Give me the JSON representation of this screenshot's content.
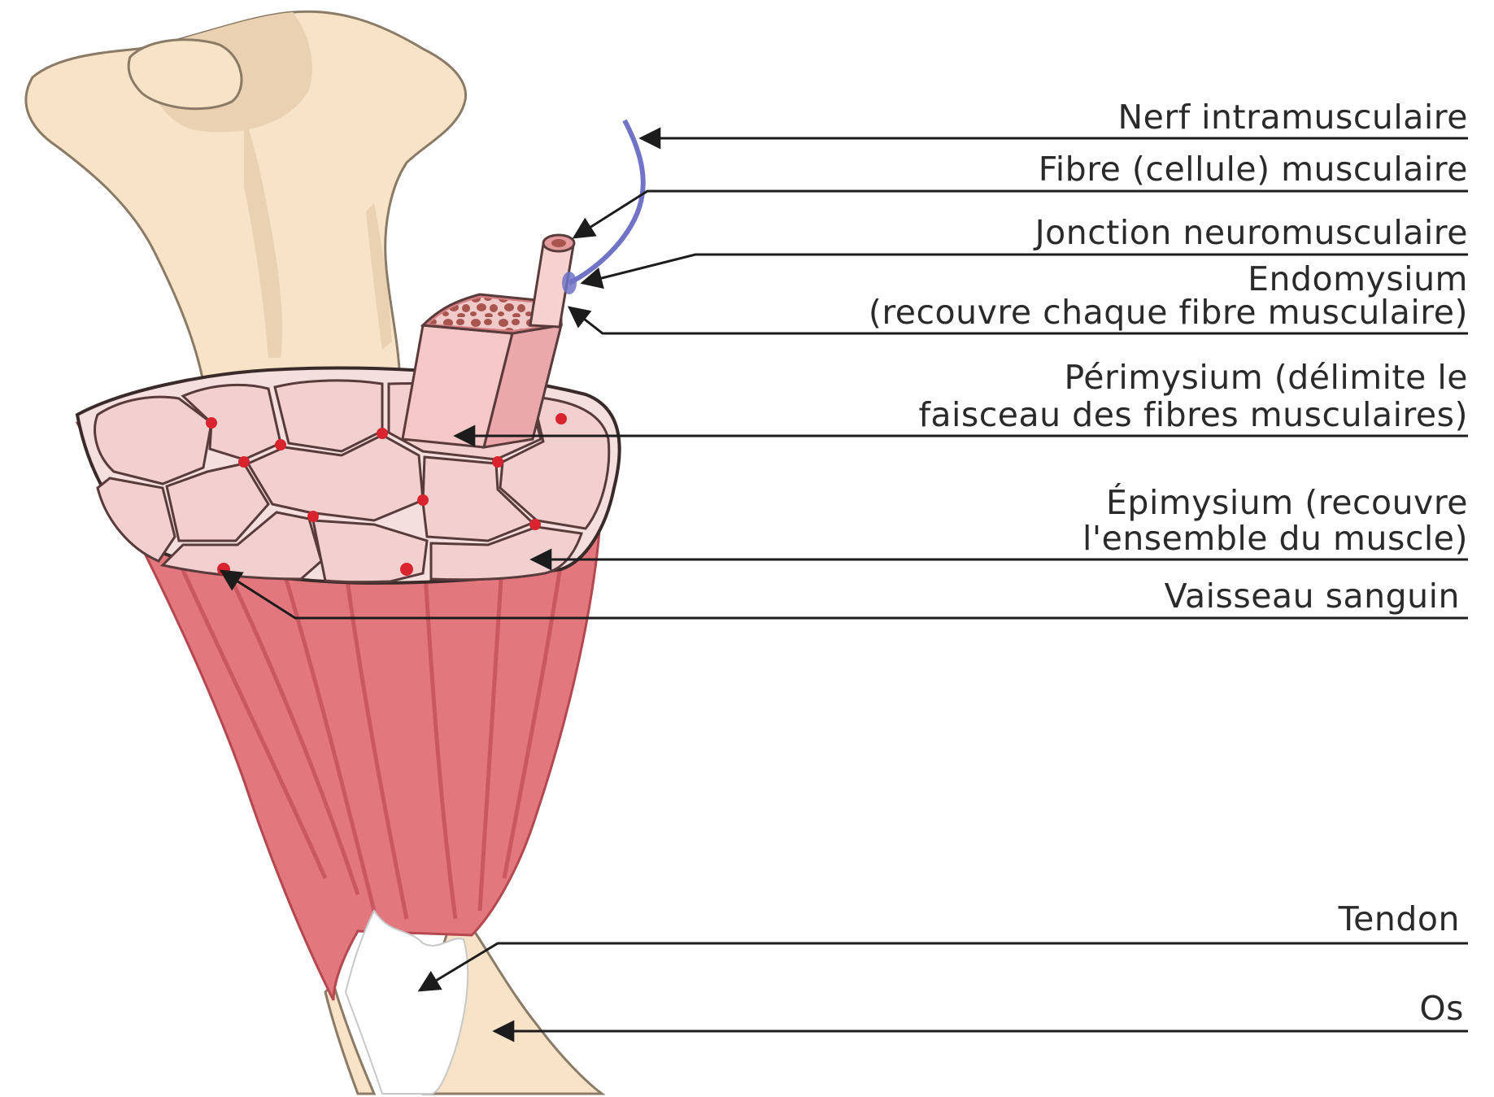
{
  "labels": {
    "nerf": "Nerf intramusculaire",
    "fibre": "Fibre (cellule) musculaire",
    "jonction": "Jonction neuromusculaire",
    "endomysium_1": "Endomysium",
    "endomysium_2": "(recouvre chaque fibre musculaire)",
    "perimysium_1": "Périmysium (délimite le",
    "perimysium_2": "faisceau des fibres musculaires)",
    "epimysium_1": "Épimysium (recouvre",
    "epimysium_2": "l'ensemble du muscle)",
    "vaisseau": "Vaisseau sanguin",
    "tendon": "Tendon",
    "os": "Os"
  },
  "colors": {
    "bone": "#f7e3c7",
    "muscle": "#e2777d",
    "fascicle": "#f2d0d0",
    "fibre_dot": "#a8544f",
    "blood_vessel": "#d9232e",
    "nerve": "#7073c6",
    "tendon": "#ffffff",
    "leader_line": "#1c1c1c"
  }
}
